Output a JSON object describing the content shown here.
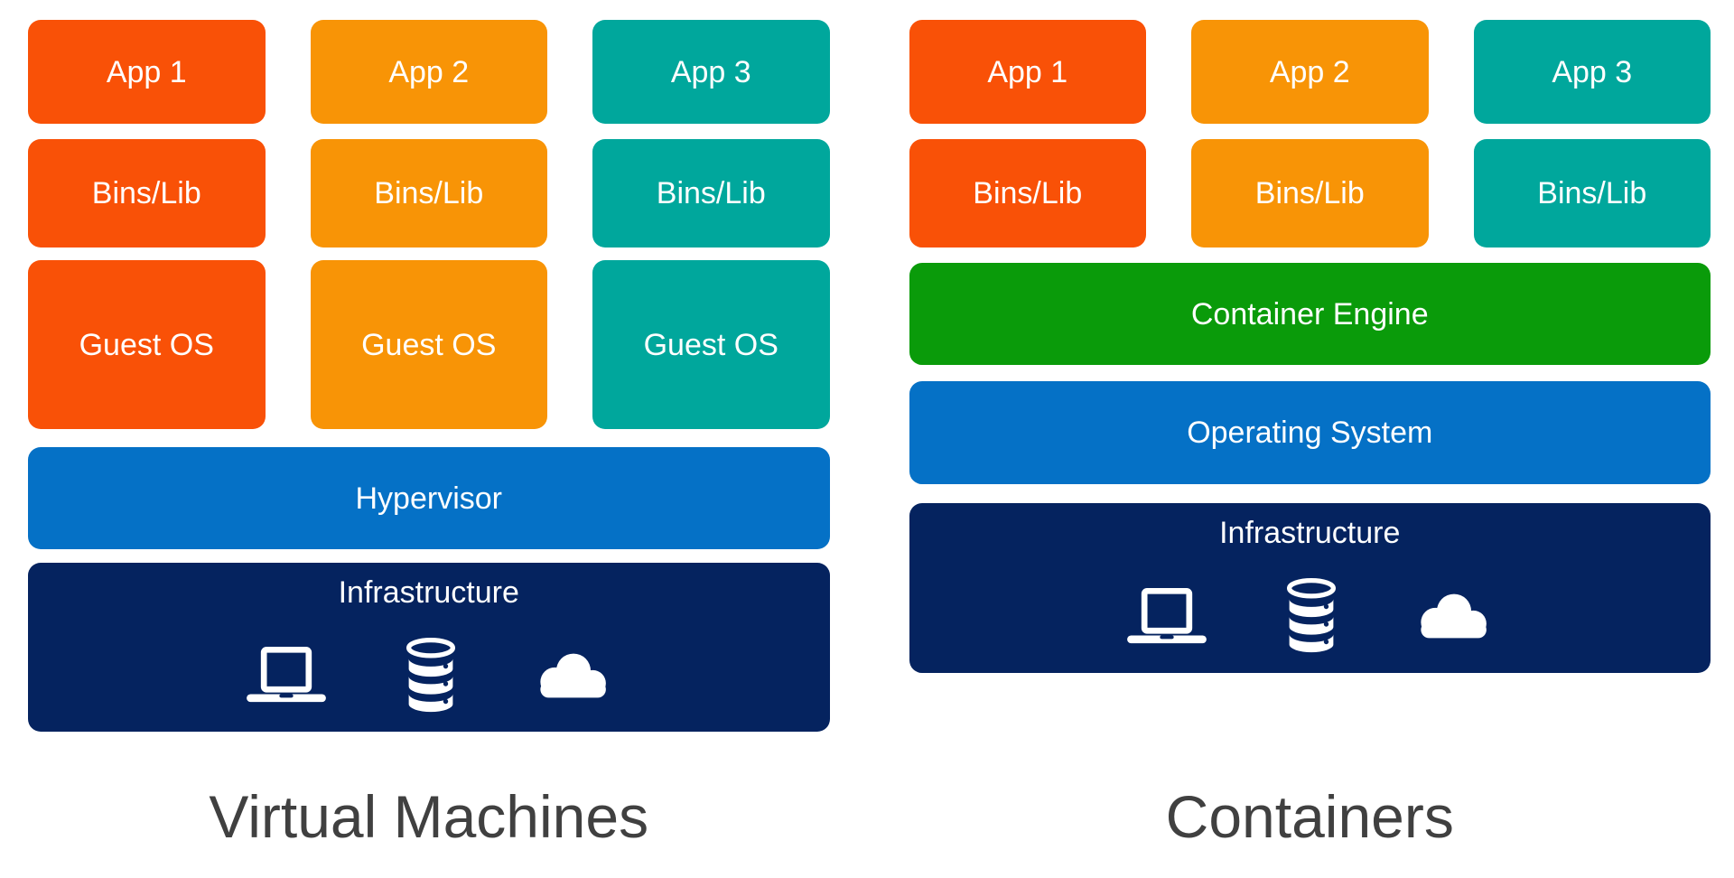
{
  "vm_panel": {
    "title": "Virtual Machines",
    "columns": [
      {
        "app": "App 1",
        "bins": "Bins/Lib",
        "guest_os": "Guest OS"
      },
      {
        "app": "App 2",
        "bins": "Bins/Lib",
        "guest_os": "Guest OS"
      },
      {
        "app": "App 3",
        "bins": "Bins/Lib",
        "guest_os": "Guest OS"
      }
    ],
    "hypervisor": "Hypervisor",
    "infrastructure": "Infrastructure"
  },
  "containers_panel": {
    "title": "Containers",
    "columns": [
      {
        "app": "App 1",
        "bins": "Bins/Lib"
      },
      {
        "app": "App 2",
        "bins": "Bins/Lib"
      },
      {
        "app": "App 3",
        "bins": "Bins/Lib"
      }
    ],
    "container_engine": "Container Engine",
    "operating_system": "Operating System",
    "infrastructure": "Infrastructure"
  },
  "icons": {
    "infrastructure": [
      "laptop-icon",
      "database-icon",
      "cloud-icon"
    ]
  },
  "colors": {
    "background": "#FFFFFF",
    "column_1": "#F95107",
    "column_2": "#F89406",
    "column_3": "#00A79C",
    "container_engine": "#0A9B0A",
    "hypervisor_and_os": "#0571C6",
    "infrastructure": "#05235F",
    "box_text": "#FFFFFF",
    "title_text": "#404040"
  }
}
